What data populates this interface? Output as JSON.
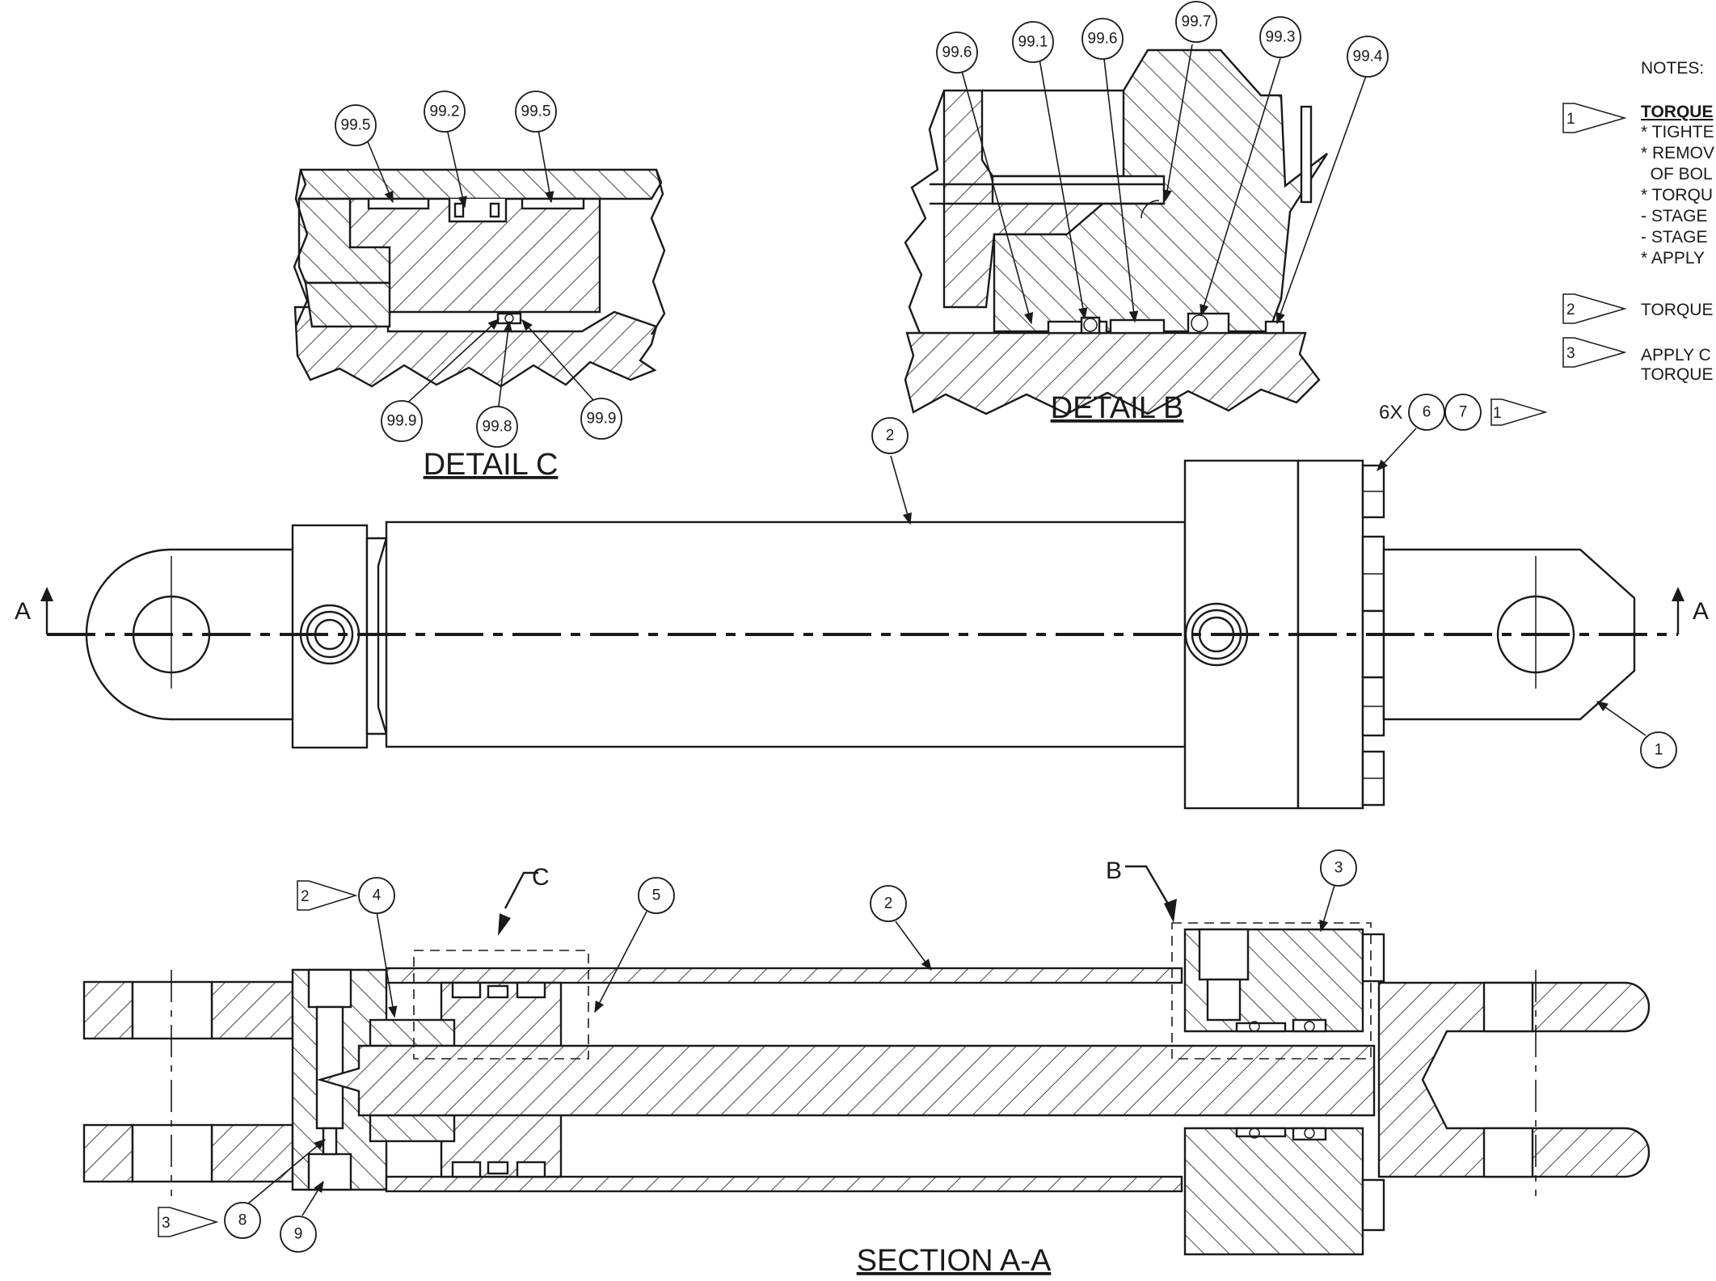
{
  "views": {
    "detail_c": "DETAIL  C",
    "detail_b": "DETAIL  B",
    "section": "SECTION A-A"
  },
  "section_markers": {
    "a": "A",
    "b": "B",
    "c": "C"
  },
  "quantity": "6X",
  "balloons": {
    "detail_c": [
      "99.5",
      "99.2",
      "99.5",
      "99.9",
      "99.8",
      "99.9"
    ],
    "detail_b": [
      "99.6",
      "99.1",
      "99.6",
      "99.7",
      "99.3",
      "99.4"
    ],
    "top_view": [
      "2",
      "6",
      "7",
      "1"
    ],
    "section": [
      "4",
      "5",
      "2",
      "3",
      "8",
      "9"
    ]
  },
  "note_flags": [
    "1",
    "2",
    "3"
  ],
  "notes": {
    "heading": "NOTES:",
    "n1_title": "TORQUE",
    "n1_lines": [
      "* TIGHTE",
      "* REMOV",
      "  OF BOL",
      "* TORQU",
      "- STAGE",
      "- STAGE",
      "* APPLY"
    ],
    "n2": "TORQUE",
    "n3_lines": [
      "APPLY C",
      "TORQUE"
    ]
  }
}
